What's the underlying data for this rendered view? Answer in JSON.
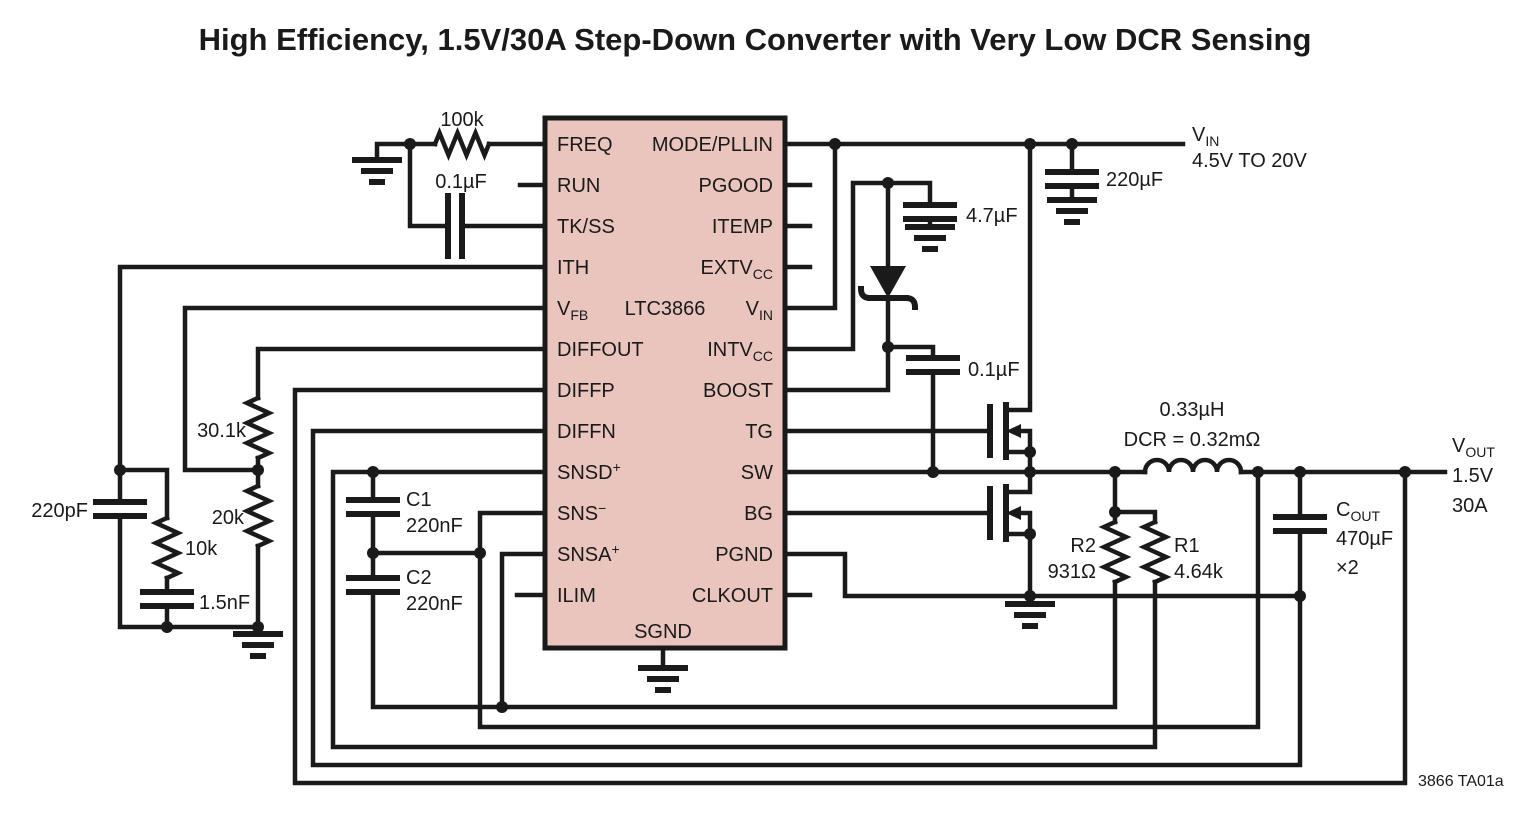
{
  "title": "High Efficiency, 1.5V/30A Step-Down Converter with Very Low DCR Sensing",
  "note": "3866 TA01a",
  "colors": {
    "ic_fill": "#e9c5bd",
    "wire": "#1a1a1a"
  },
  "ic": {
    "name": "LTC3866",
    "pin_bottom": "SGND",
    "pins_left": [
      {
        "t": "FREQ",
        "s": "",
        "p": ""
      },
      {
        "t": "RUN",
        "s": "",
        "p": ""
      },
      {
        "t": "TK/SS",
        "s": "",
        "p": ""
      },
      {
        "t": "ITH",
        "s": "",
        "p": ""
      },
      {
        "t": "V",
        "s": "FB",
        "p": ""
      },
      {
        "t": "DIFFOUT",
        "s": "",
        "p": ""
      },
      {
        "t": "DIFFP",
        "s": "",
        "p": ""
      },
      {
        "t": "DIFFN",
        "s": "",
        "p": ""
      },
      {
        "t": "SNSD",
        "s": "",
        "p": "+"
      },
      {
        "t": "SNS",
        "s": "",
        "p": "−"
      },
      {
        "t": "SNSA",
        "s": "",
        "p": "+"
      },
      {
        "t": "ILIM",
        "s": "",
        "p": ""
      }
    ],
    "pins_right": [
      {
        "t": "MODE/PLLIN",
        "s": "",
        "p": ""
      },
      {
        "t": "PGOOD",
        "s": "",
        "p": ""
      },
      {
        "t": "ITEMP",
        "s": "",
        "p": ""
      },
      {
        "t": "EXTV",
        "s": "CC",
        "p": ""
      },
      {
        "t": "V",
        "s": "IN",
        "p": ""
      },
      {
        "t": "INTV",
        "s": "CC",
        "p": ""
      },
      {
        "t": "BOOST",
        "s": "",
        "p": ""
      },
      {
        "t": "TG",
        "s": "",
        "p": ""
      },
      {
        "t": "SW",
        "s": "",
        "p": ""
      },
      {
        "t": "BG",
        "s": "",
        "p": ""
      },
      {
        "t": "PGND",
        "s": "",
        "p": ""
      },
      {
        "t": "CLKOUT",
        "s": "",
        "p": ""
      }
    ]
  },
  "labels": {
    "r_freq": "100k",
    "c_tkss": "0.1µF",
    "c_vin": "220µF",
    "c_intvcc": "4.7µF",
    "c_boost": "0.1µF",
    "l_value": "0.33µH",
    "l_dcr": "DCR = 0.32mΩ",
    "r_fb_top": "30.1k",
    "r_fb_bot": "20k",
    "r_ith": "10k",
    "c_ith_hf": "220pF",
    "c_ith": "1.5nF",
    "c1_name": "C1",
    "c1_value": "220nF",
    "c2_name": "C2",
    "c2_value": "220nF",
    "r2_name": "R2",
    "r2_value": "931Ω",
    "r1_name": "R1",
    "r1_value": "4.64k",
    "cout_name": {
      "t": "C",
      "s": "OUT"
    },
    "cout_value": "470µF",
    "cout_mult": "×2"
  },
  "ports": {
    "vin": {
      "t": "V",
      "s": "IN"
    },
    "vin_range": "4.5V TO 20V",
    "vout": {
      "t": "V",
      "s": "OUT"
    },
    "vout_v": "1.5V",
    "vout_a": "30A"
  }
}
